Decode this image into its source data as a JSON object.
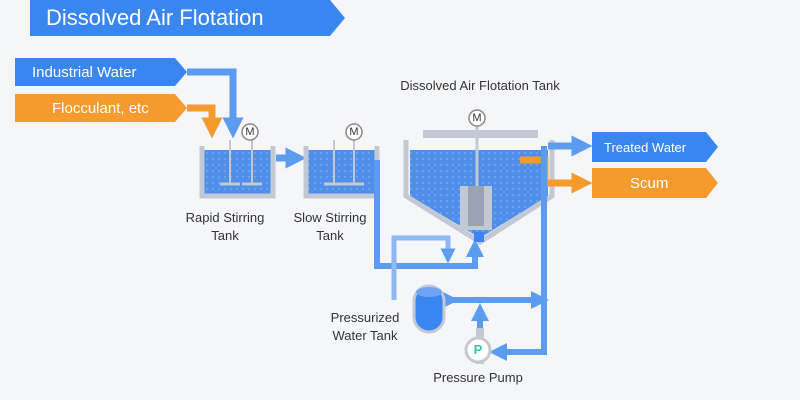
{
  "title": "Dissolved Air Flotation",
  "inputs": {
    "industrial_water": "Industrial Water",
    "flocculant": "Flocculant, etc"
  },
  "outputs": {
    "treated_water": "Treated Water",
    "scum": "Scum"
  },
  "tanks": {
    "rapid_line1": "Rapid Stirring",
    "rapid_line2": "Tank",
    "slow_line1": "Slow Stirring",
    "slow_line2": "Tank",
    "daf": "Dissolved Air Flotation Tank",
    "pressurized_line1": "Pressurized",
    "pressurized_line2": "Water Tank",
    "pump": "Pressure Pump"
  },
  "symbols": {
    "motor": "M",
    "pump": "P"
  },
  "colors": {
    "blue": "#3a86f0",
    "pipe_blue": "#5b9bf0",
    "light_pipe": "#8fb8f3",
    "orange": "#f59b2d",
    "tank_wall": "#c3c9d4",
    "water": "#4f8fea",
    "pump_teal": "#3bc2b8"
  }
}
